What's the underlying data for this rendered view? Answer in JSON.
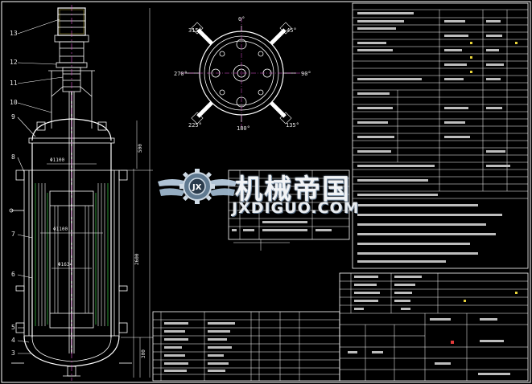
{
  "watermark": {
    "title_cn": "机械帝国",
    "site": "JXDIGUO.COM"
  },
  "top_view": {
    "angle_0": "0°",
    "angle_45": "45°",
    "angle_90": "90°",
    "angle_135": "135°",
    "angle_180": "180°",
    "angle_225": "225°",
    "angle_270": "270°",
    "angle_315": "315°"
  },
  "dimensions": {
    "d_top": "Φ1100",
    "d_mid": "Φ1100",
    "d_inner": "Φ1634",
    "h_total": "2600",
    "h_top": "500",
    "h_bottom": "300"
  },
  "callouts": [
    "13",
    "12",
    "11",
    "10",
    "9",
    "8",
    "7",
    "6",
    "5",
    "4",
    "3"
  ],
  "colors": {
    "lines": "#ffffff",
    "accent_green": "#3fd04a",
    "accent_magenta": "#e34fd6",
    "accent_yellow": "#e6d23a",
    "accent_red": "#e23a3a"
  }
}
